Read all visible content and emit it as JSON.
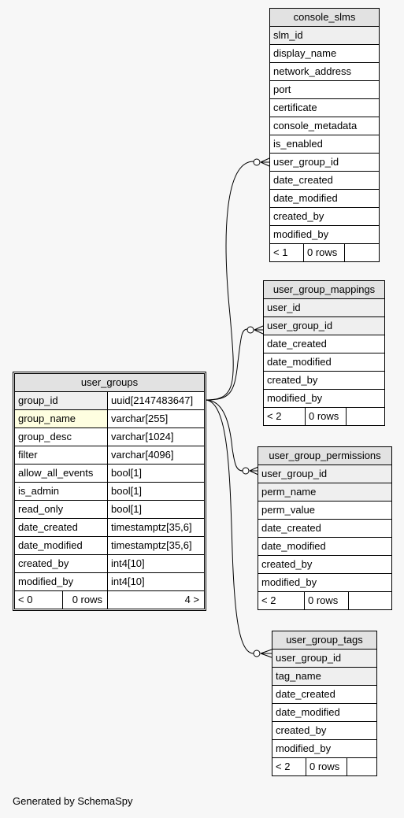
{
  "footer": "Generated by SchemaSpy",
  "tables": {
    "user_groups": {
      "name": "user_groups",
      "columns": [
        {
          "name": "group_id",
          "type": "uuid[2147483647]"
        },
        {
          "name": "group_name",
          "type": "varchar[255]"
        },
        {
          "name": "group_desc",
          "type": "varchar[1024]"
        },
        {
          "name": "filter",
          "type": "varchar[4096]"
        },
        {
          "name": "allow_all_events",
          "type": "bool[1]"
        },
        {
          "name": "is_admin",
          "type": "bool[1]"
        },
        {
          "name": "read_only",
          "type": "bool[1]"
        },
        {
          "name": "date_created",
          "type": "timestamptz[35,6]"
        },
        {
          "name": "date_modified",
          "type": "timestamptz[35,6]"
        },
        {
          "name": "created_by",
          "type": "int4[10]"
        },
        {
          "name": "modified_by",
          "type": "int4[10]"
        }
      ],
      "stats": {
        "parents": "< 0",
        "rows": "0 rows",
        "children": "4 >"
      }
    },
    "console_slms": {
      "name": "console_slms",
      "columns": [
        "slm_id",
        "display_name",
        "network_address",
        "port",
        "certificate",
        "console_metadata",
        "is_enabled",
        "user_group_id",
        "date_created",
        "date_modified",
        "created_by",
        "modified_by"
      ],
      "stats": {
        "parents": "< 1",
        "rows": "0 rows",
        "children": ""
      }
    },
    "user_group_mappings": {
      "name": "user_group_mappings",
      "columns": [
        "user_id",
        "user_group_id",
        "date_created",
        "date_modified",
        "created_by",
        "modified_by"
      ],
      "stats": {
        "parents": "< 2",
        "rows": "0 rows",
        "children": ""
      }
    },
    "user_group_permissions": {
      "name": "user_group_permissions",
      "columns": [
        "user_group_id",
        "perm_name",
        "perm_value",
        "date_created",
        "date_modified",
        "created_by",
        "modified_by"
      ],
      "stats": {
        "parents": "< 2",
        "rows": "0 rows",
        "children": ""
      }
    },
    "user_group_tags": {
      "name": "user_group_tags",
      "columns": [
        "user_group_id",
        "tag_name",
        "date_created",
        "date_modified",
        "created_by",
        "modified_by"
      ],
      "stats": {
        "parents": "< 2",
        "rows": "0 rows",
        "children": ""
      }
    }
  }
}
